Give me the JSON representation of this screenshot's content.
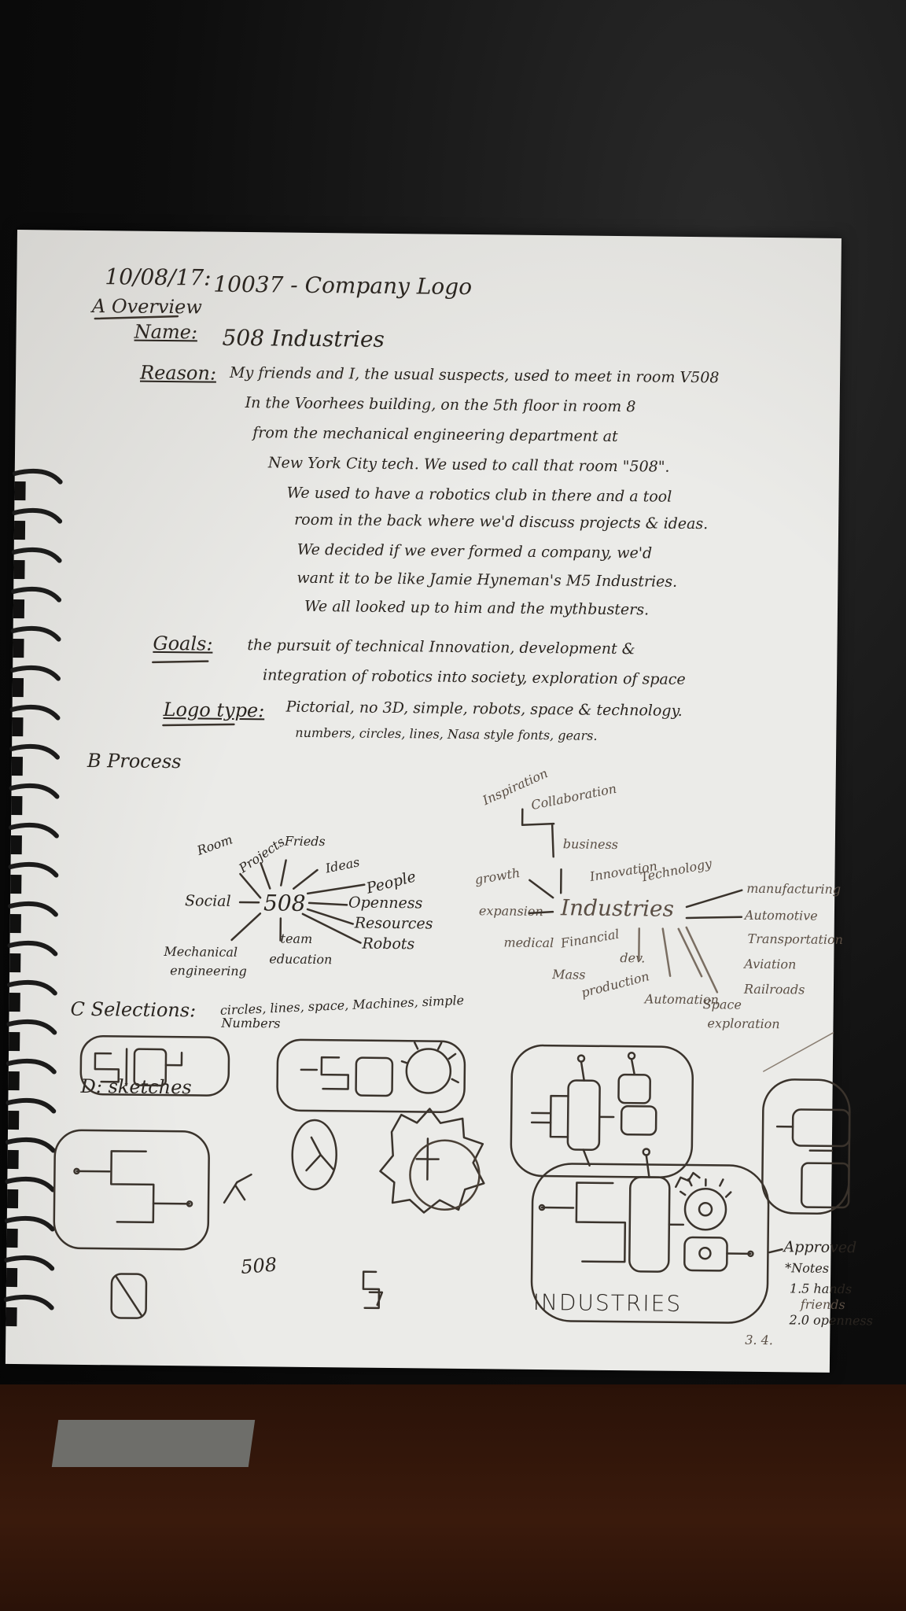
{
  "notebook": {
    "header": {
      "date": "10/08/17:",
      "title": "10037 - Company Logo"
    },
    "overview": {
      "heading": "A Overview",
      "name_label": "Name:",
      "name_value": "508 Industries",
      "reason_label": "Reason:",
      "reason_lines": [
        "My friends and I, the usual suspects, used to meet in room V508",
        "In the Voorhees building, on the 5th floor in room 8",
        "from the mechanical engineering department at",
        "New York City tech. We used to call that room \"508\".",
        "We used to have a robotics club in there and a tool",
        "room in the back where we'd discuss projects & ideas.",
        "We decided if we ever formed a company, we'd",
        "want it to be like Jamie Hyneman's M5 Industries.",
        "We all looked up to him and the mythbusters."
      ],
      "goals_label": "Goals:",
      "goals_lines": [
        "the pursuit of technical Innovation, development &",
        "integration of robotics into society, exploration of space"
      ],
      "logotype_label": "Logo type:",
      "logotype_lines": [
        "Pictorial, no 3D, simple, robots, space & technology.",
        "numbers, circles, lines, Nasa style fonts, gears."
      ]
    },
    "process": {
      "heading": "B Process",
      "left_center": "508",
      "left_words": [
        "Room",
        "Projects",
        "Frieds",
        "Ideas",
        "People",
        "Social",
        "Openness",
        "Resources",
        "Robots",
        "Mechanical",
        "engineering",
        "team",
        "education"
      ],
      "right_center": "Industries",
      "right_words": [
        "Inspiration",
        "Collaboration",
        "business",
        "growth",
        "Innovation",
        "Technology",
        "manufacturing",
        "expansion",
        "Automotive",
        "medical",
        "Financial",
        "dev.",
        "Transportation",
        "Mass",
        "production",
        "Aviation",
        "Railroads",
        "Automation",
        "Space",
        "exploration"
      ]
    },
    "selections": {
      "heading": "C Selections:",
      "criteria_line1": "circles, lines, space, Machines, simple",
      "criteria_line2": "Numbers"
    },
    "sketches": {
      "heading": "D: sketches",
      "small_label": "508",
      "final_word": "INDUSTRIES",
      "notes": [
        "Approved",
        "*Notes",
        "1.5 hands",
        "friends",
        "2.0 openness",
        "3. 4."
      ]
    }
  },
  "colors": {
    "paper": "#ebebe8",
    "ink": "#2a2520",
    "background": "#0d0d0d",
    "desk": "#3a1a0c"
  }
}
